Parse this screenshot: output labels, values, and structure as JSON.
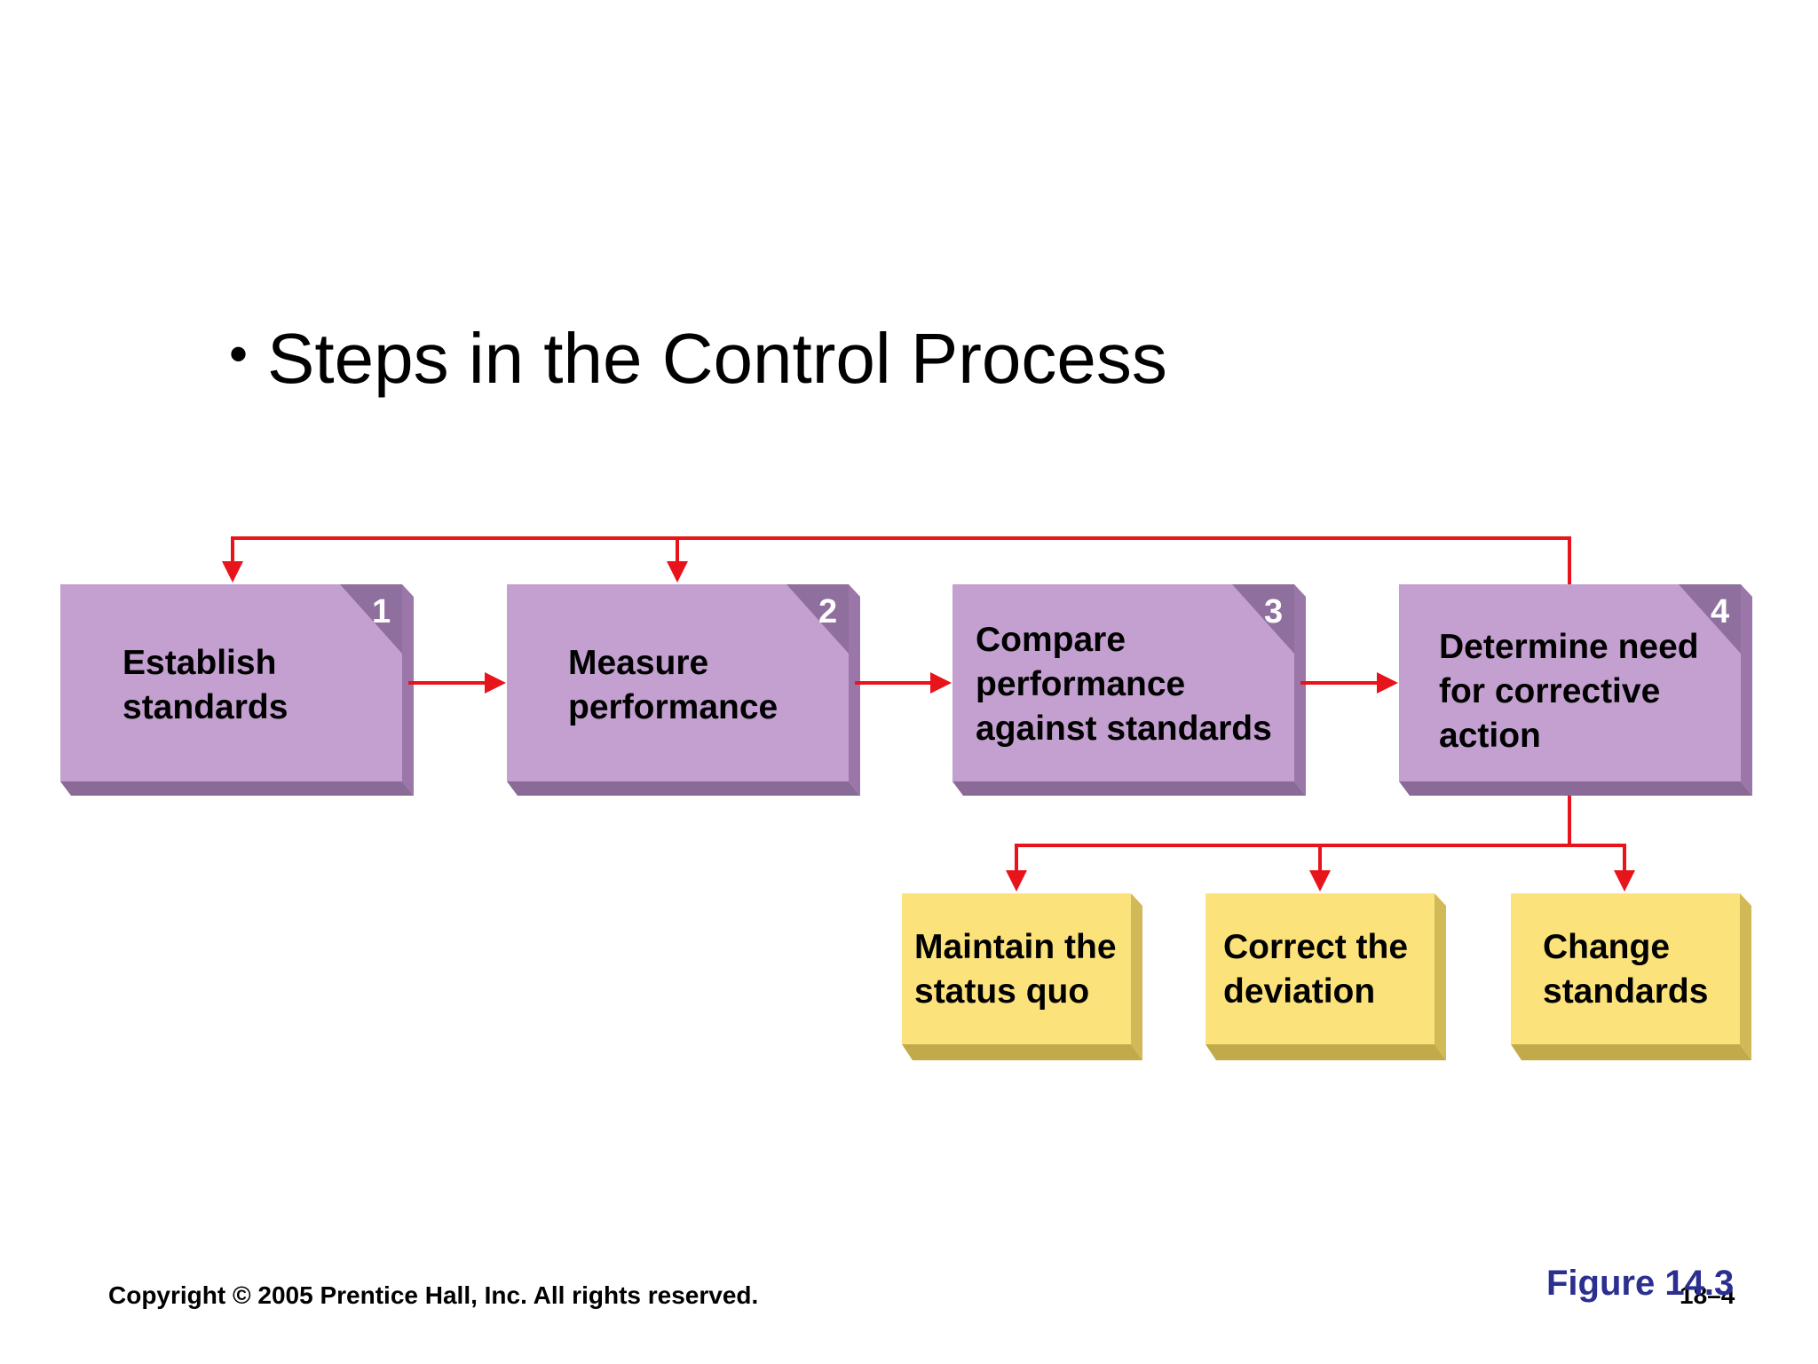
{
  "title": "Steps in the Control Process",
  "bullet": "•",
  "steps": [
    {
      "number": "1",
      "lines": [
        "Establish",
        "standards"
      ]
    },
    {
      "number": "2",
      "lines": [
        "Measure",
        "performance"
      ]
    },
    {
      "number": "3",
      "lines": [
        "Compare",
        "performance",
        "against standards"
      ]
    },
    {
      "number": "4",
      "lines": [
        "Determine need",
        "for corrective",
        "action"
      ]
    }
  ],
  "outcomes": [
    {
      "lines": [
        "Maintain the",
        "status quo"
      ]
    },
    {
      "lines": [
        "Correct the",
        "deviation"
      ]
    },
    {
      "lines": [
        "Change",
        "standards"
      ]
    }
  ],
  "footer": {
    "copyright": "Copyright © 2005 Prentice Hall, Inc. All rights reserved.",
    "figure": "Figure 14.3",
    "slide_number": "18–4"
  },
  "colors": {
    "step_face": "#c3a0cf",
    "step_side": "#9a77a8",
    "step_bottom": "#8a6a97",
    "step_corner": "#8f6f9d",
    "outcome_face": "#fbe27a",
    "outcome_side": "#d1b957",
    "outcome_bottom": "#c2aa4b",
    "arrow": "#e8141c",
    "figure_text": "#2b2f8f"
  }
}
